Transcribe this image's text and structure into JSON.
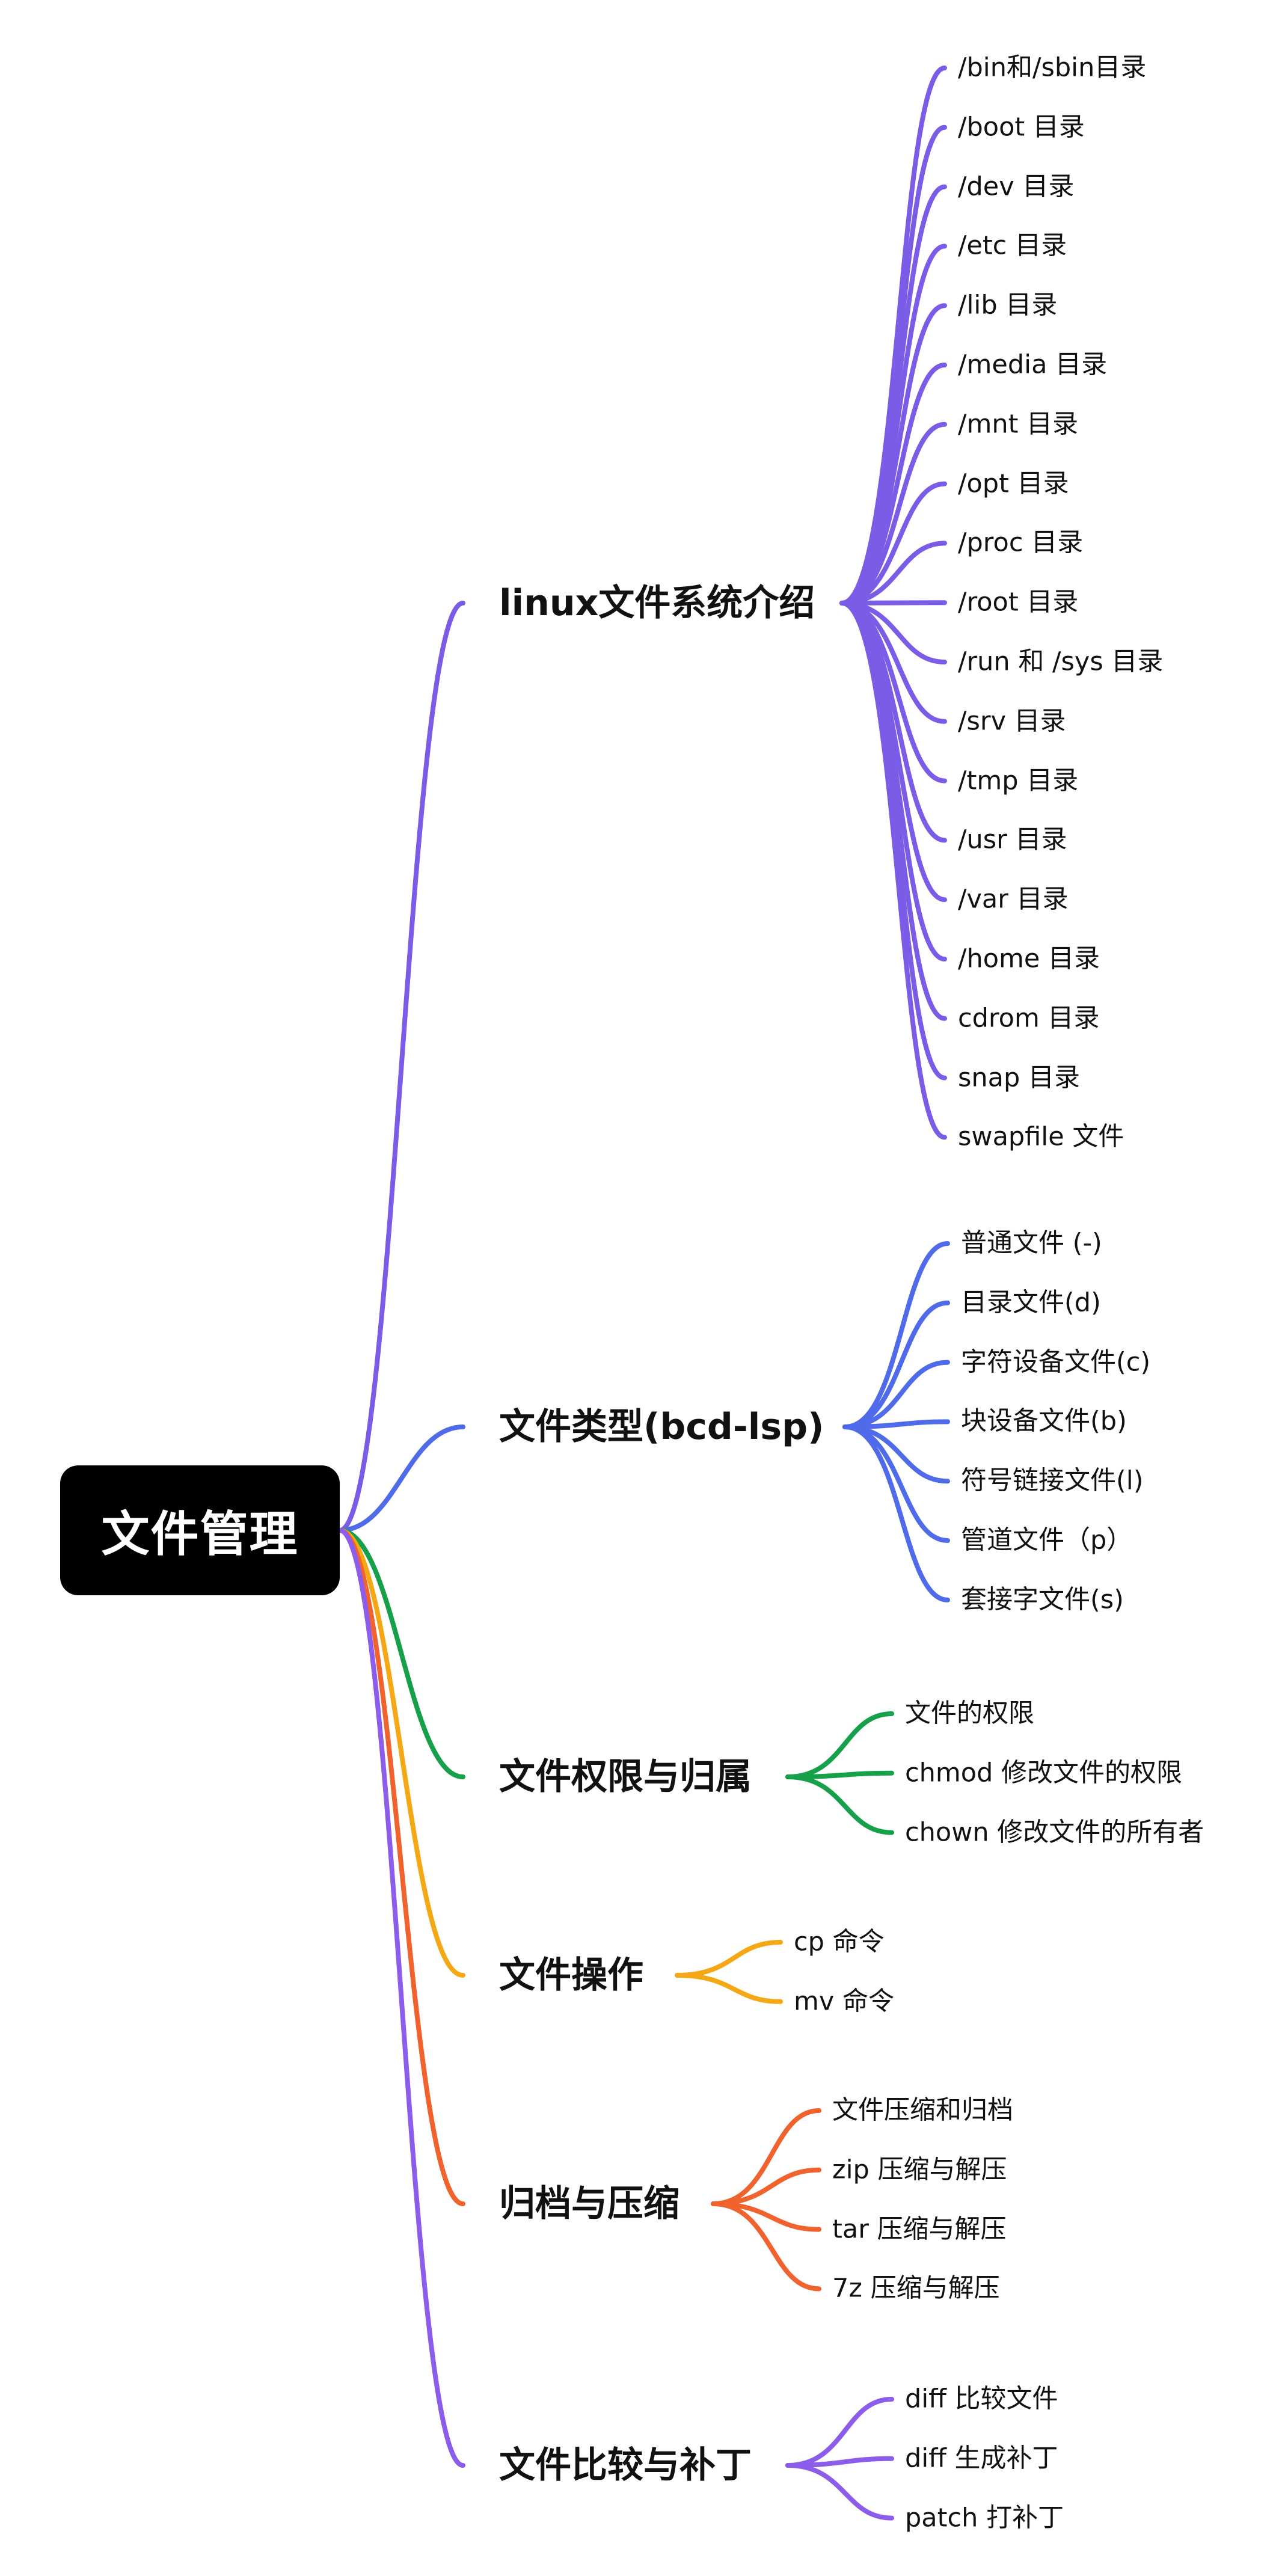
{
  "root": {
    "label": "文件管理"
  },
  "branches": [
    {
      "label": "linux文件系统介绍",
      "color": "#7B5CE6",
      "children": [
        "/bin和/sbin目录",
        "/boot 目录",
        "/dev 目录",
        "/etc 目录",
        "/lib 目录",
        "/media 目录",
        "/mnt 目录",
        "/opt 目录",
        "/proc 目录",
        "/root 目录",
        "/run 和 /sys 目录",
        "/srv 目录",
        "/tmp 目录",
        "/usr 目录",
        "/var 目录",
        "/home 目录",
        "cdrom 目录",
        "snap 目录",
        "swapfile 文件"
      ]
    },
    {
      "label": "文件类型(bcd-lsp)",
      "color": "#4F6BEA",
      "children": [
        "普通文件 (-)",
        "目录文件(d)",
        "字符设备文件(c)",
        "块设备文件(b)",
        "符号链接文件(l)",
        "管道文件（p）",
        "套接字文件(s)"
      ]
    },
    {
      "label": "文件权限与归属",
      "color": "#17A04A",
      "children": [
        "文件的权限",
        "chmod 修改文件的权限",
        "chown 修改文件的所有者"
      ]
    },
    {
      "label": "文件操作",
      "color": "#F5A815",
      "children": [
        "cp 命令",
        "mv 命令"
      ]
    },
    {
      "label": "归档与压缩",
      "color": "#F0622E",
      "children": [
        "文件压缩和归档",
        "zip 压缩与解压",
        "tar 压缩与解压",
        "7z 压缩与解压"
      ]
    },
    {
      "label": "文件比较与补丁",
      "color": "#8C5CEB",
      "children": [
        "diff 比较文件",
        "diff 生成补丁",
        "patch 打补丁"
      ]
    }
  ]
}
